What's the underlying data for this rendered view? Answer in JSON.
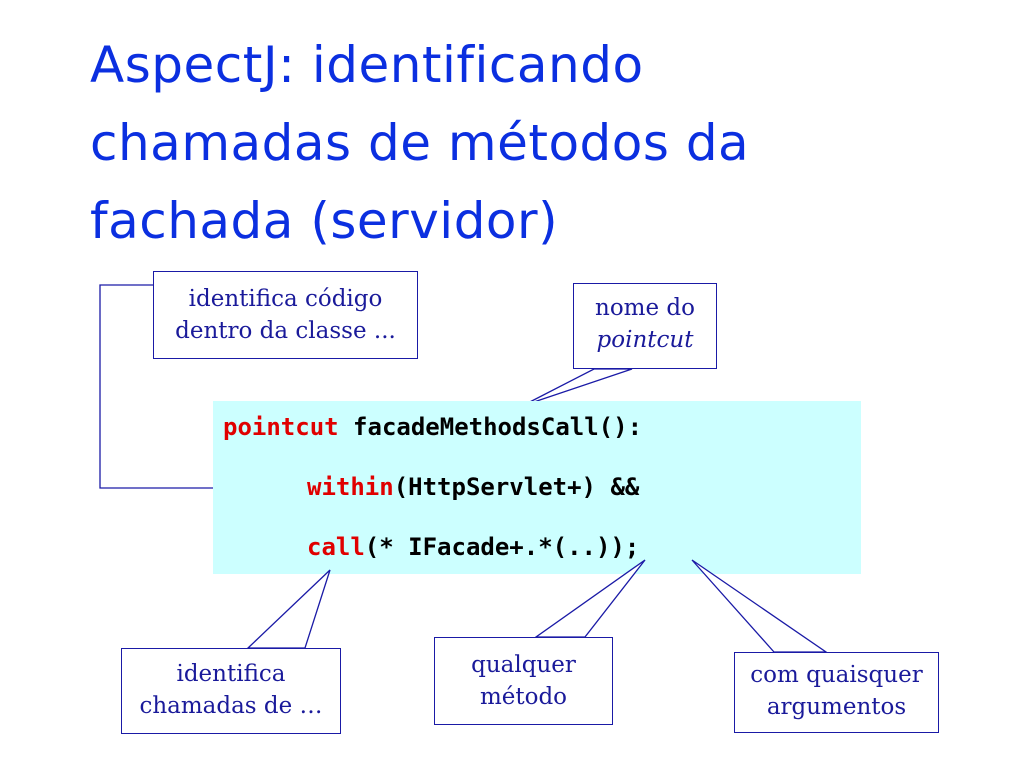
{
  "title": {
    "line1": "AspectJ: identificando",
    "line2": "chamadas de métodos da",
    "line3": "fachada (servidor)"
  },
  "code": {
    "line1_kw": "pointcut",
    "line1_rest": " facadeMethodsCall():",
    "line2_kw": "within",
    "line2_rest": "(HttpServlet+) &&",
    "line3_kw": "call",
    "line3_rest": "(* IFacade+.*(..));"
  },
  "callouts": {
    "classe": {
      "line1": "identifica código",
      "line2": "dentro da classe ..."
    },
    "nome": {
      "line1": "nome do",
      "line2": "pointcut"
    },
    "chamadas": {
      "line1": "identifica",
      "line2": "chamadas de …"
    },
    "metodo": {
      "line1": "qualquer",
      "line2": "método"
    },
    "args": {
      "line1": "com quaisquer",
      "line2": "argumentos"
    }
  },
  "colors": {
    "title": "#0b2fe0",
    "keyword": "#e00000",
    "code_background": "#ccffff",
    "callout_border": "#1a1aa6"
  }
}
